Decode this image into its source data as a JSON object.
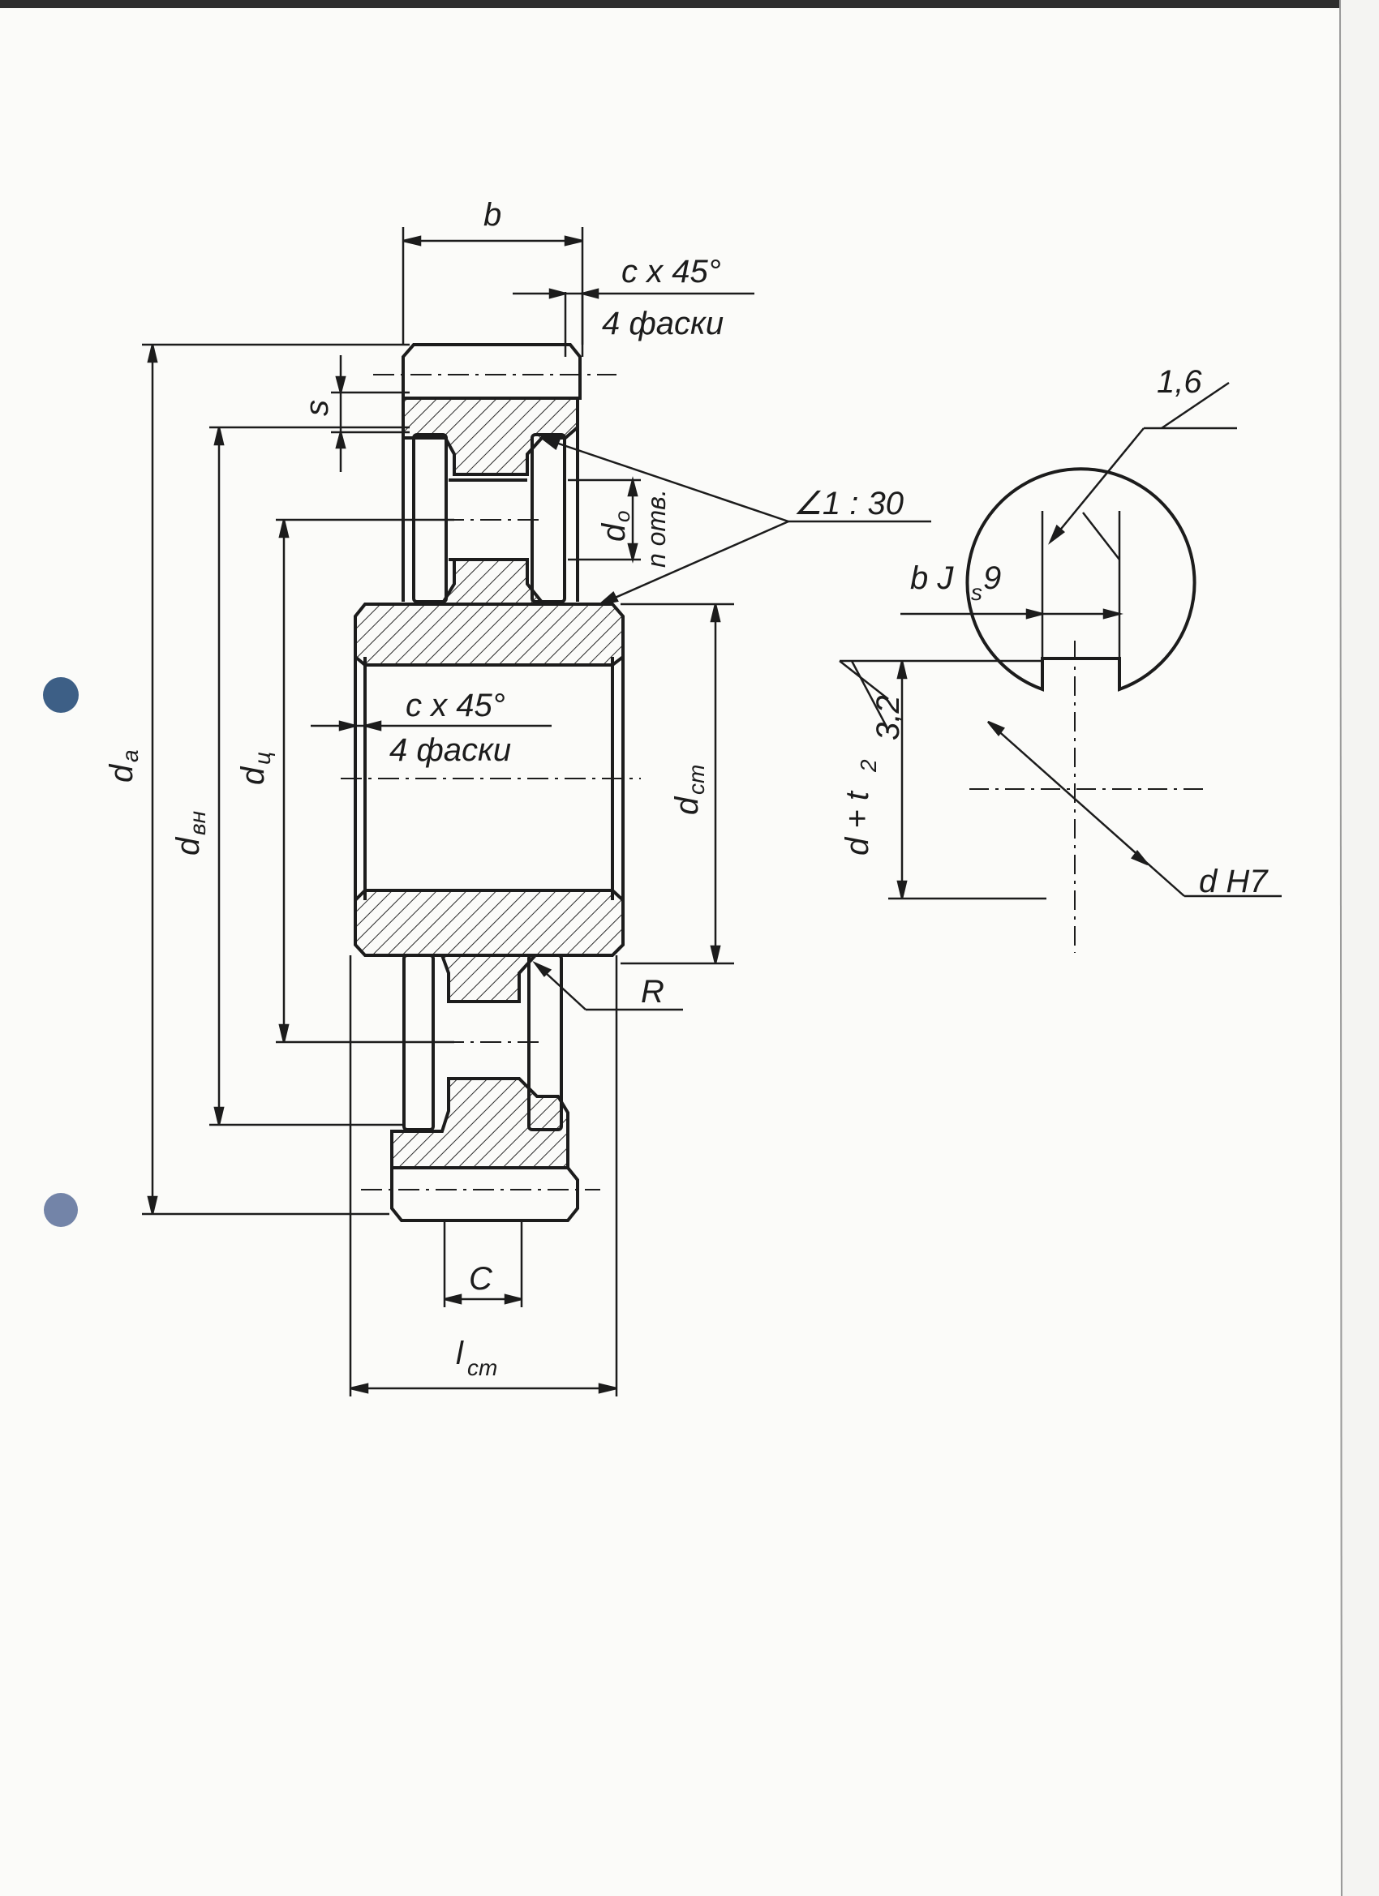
{
  "drawing": {
    "colors": {
      "paper": "#fbfbf9",
      "ink": "#1c1c1c",
      "hatch": "#2a2a2a",
      "punch": "#3d5f86",
      "edge": "#2e2e2e"
    },
    "gear_section": {
      "labels": {
        "b": "b",
        "chamfer_top_1": "c x 45°",
        "chamfer_top_2": "4 фаски",
        "s": "s",
        "taper": "∠1 : 30",
        "d_o": "d",
        "d_o_sub": "o",
        "holes": "n отв.",
        "chamfer_mid_1": "c x 45°",
        "chamfer_mid_2": "4 фаски",
        "d_a": "d",
        "d_a_sub": "a",
        "d_vn": "d",
        "d_vn_sub": "вн",
        "d_c": "d",
        "d_c_sub": "ц",
        "d_st": "d",
        "d_st_sub": "ст",
        "r": "R",
        "c": "C",
        "l_st": "l",
        "l_st_sub": "ст"
      }
    },
    "hub_detail": {
      "labels": {
        "roughness_1": "1,6",
        "key_width": "b J",
        "key_width_sub": "s",
        "key_width_tol": " 9",
        "roughness_2": "3,2",
        "depth": "d + t",
        "depth_sub": "2",
        "bore": "d H7"
      }
    }
  }
}
